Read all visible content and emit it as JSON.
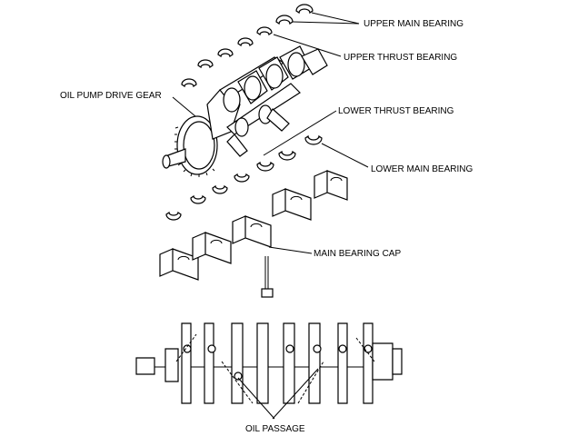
{
  "labels": {
    "upper_main_bearing": "UPPER MAIN BEARING",
    "upper_thrust_bearing": "UPPER THRUST BEARING",
    "oil_pump_drive_gear": "OIL PUMP DRIVE GEAR",
    "lower_thrust_bearing": "LOWER THRUST BEARING",
    "lower_main_bearing": "LOWER MAIN BEARING",
    "main_bearing_cap": "MAIN BEARING CAP",
    "oil_passage": "OIL PASSAGE"
  }
}
